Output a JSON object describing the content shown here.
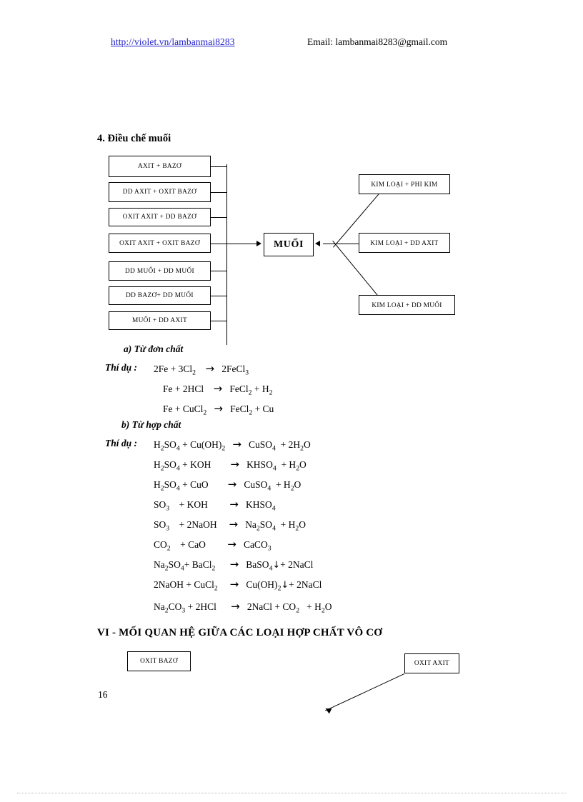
{
  "header": {
    "website_link": "http://violet.vn/lambanmai8283",
    "email_label": "Email:",
    "email_address": "lambanmai8283@gmail.com",
    "email_full": "Email:  lambanmai8283@gmail.com"
  },
  "section": {
    "number_title": "4. Điều chế muối"
  },
  "diagram_salt": {
    "center_node": "MUỐI",
    "left_sources": [
      "AXIT + BAZƠ",
      "DD AXIT + OXIT BAZƠ",
      "OXIT AXIT + DD BAZƠ",
      "OXIT AXIT + OXIT BAZƠ",
      "DD MUỐI + DD MUỐI",
      "DD BAZƠ+ DD MUỐI",
      "MUỐI + DD AXIT"
    ],
    "right_sources": [
      "KIM LOẠI + PHI KIM",
      "KIM LOẠI + DD AXIT",
      "KIM LOẠI + DD MUỐI"
    ]
  },
  "subsection_a": {
    "label": "a) Từ đơn chất",
    "example_lead": "Thí dụ :",
    "equations": [
      {
        "left": "2Fe + 3Cl2",
        "arrow": "→",
        "right": "2FeCl3"
      },
      {
        "left": "Fe + 2HCl",
        "arrow": "→",
        "right": "FeCl2 + H2"
      },
      {
        "left": "Fe + CuCl2",
        "arrow": "→",
        "right": "FeCl2 + Cu"
      }
    ]
  },
  "subsection_b": {
    "label": "b) Từ hợp chất",
    "example_lead": "Thí dụ :",
    "equations": [
      {
        "left": "H2SO4 + Cu(OH)2",
        "arrow": "→",
        "right": "CuSO4  + 2H2O"
      },
      {
        "left": "H2SO4 + KOH",
        "arrow": "→",
        "right": "KHSO4  + H2O"
      },
      {
        "left": "H2SO4 + CuO",
        "arrow": "→",
        "right": "CuSO4  + H2O"
      },
      {
        "left": "SO3    + KOH",
        "arrow": "→",
        "right": "KHSO4"
      },
      {
        "left": "SO3    + 2NaOH",
        "arrow": "→",
        "right": "Na2SO4  + H2O"
      },
      {
        "left": "CO2    + CaO",
        "arrow": "→",
        "right": "CaCO3"
      },
      {
        "left": "Na2SO4+ BaCl2",
        "arrow": "→",
        "right": "BaSO4↓ + 2NaCl"
      },
      {
        "left": "2NaOH + CuCl2",
        "arrow": "→",
        "right": "Cu(OH)2↓ + 2NaCl"
      },
      {
        "left": "Na2CO3 + 2HCl",
        "arrow": "→",
        "right": "2NaCl + CO2   + H2O"
      }
    ]
  },
  "roman_section": {
    "heading": "VI - MỐI QUAN HỆ GIỮA CÁC LOẠI HỢP CHẤT VÔ CƠ",
    "boxes": [
      "OXIT BAZƠ",
      "OXIT AXIT"
    ]
  },
  "page_number": "16",
  "colors": {
    "link": "#2222cc",
    "text": "#000000",
    "page_background": "#ffffff",
    "rule": "#b9b9b9"
  }
}
